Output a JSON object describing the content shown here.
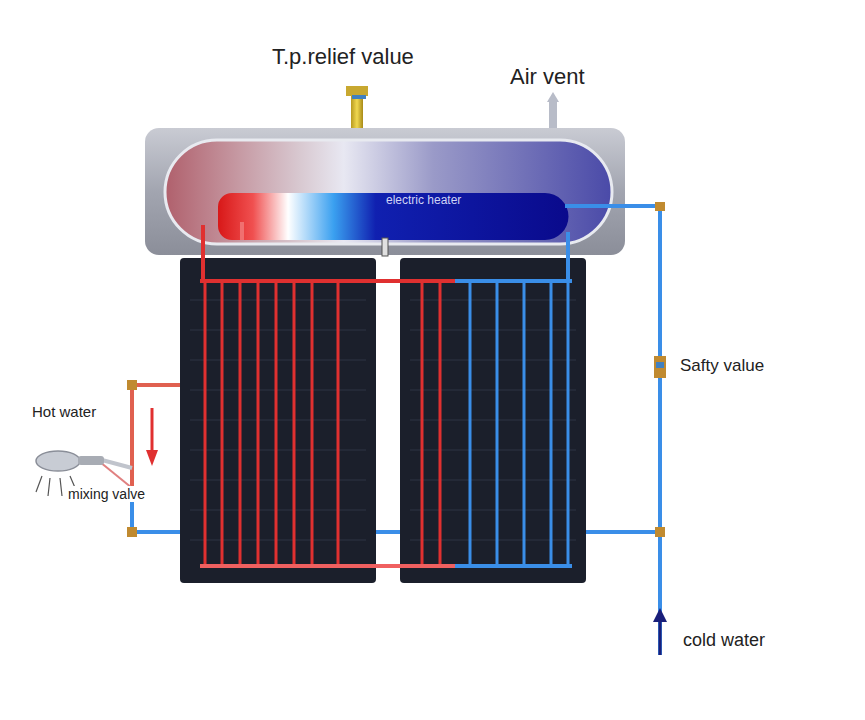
{
  "diagram": {
    "labels": [
      "T.p.relief value",
      "Air vent",
      "electric heater",
      "Safty value",
      "Hot water",
      "mixing valve",
      "cold water"
    ]
  }
}
